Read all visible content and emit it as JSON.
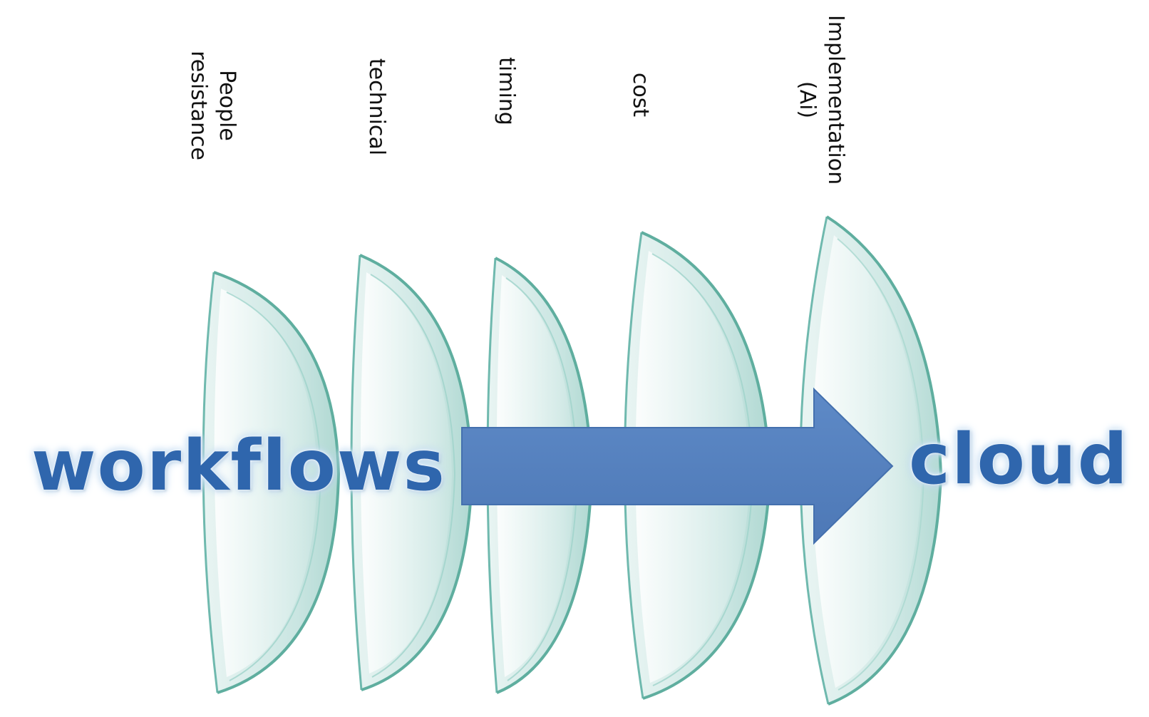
{
  "diagram": {
    "start_word": "workflows",
    "end_word": "cloud",
    "arrow_color": "#5a85c2",
    "text_color": "#2f66ad",
    "lens_tint": "#7fc9bf",
    "barriers": [
      {
        "line1": "People",
        "line2": "resistance"
      },
      {
        "line1": "technical",
        "line2": ""
      },
      {
        "line1": "timing",
        "line2": ""
      },
      {
        "line1": "cost",
        "line2": ""
      },
      {
        "line1": "Implementation",
        "line2": "(Ai)"
      }
    ]
  }
}
